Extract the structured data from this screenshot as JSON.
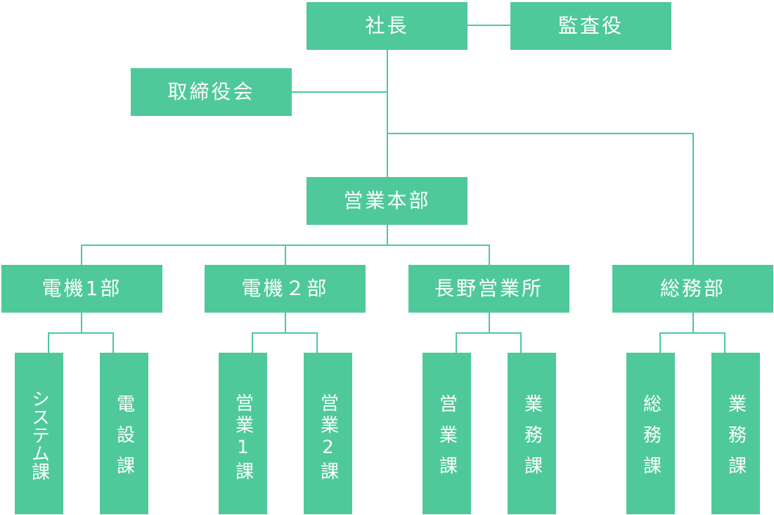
{
  "org_chart": {
    "president": "社長",
    "auditor": "監査役",
    "board": "取締役会",
    "sales_hq": "営業本部",
    "denki1": "電機1部",
    "denki2": "電機２部",
    "nagano": "長野営業所",
    "somu": "総務部",
    "system_ka": "システム課",
    "densetsu_ka": "電設課",
    "eigyo1_ka": "営業1課",
    "eigyo2_ka": "営業2課",
    "nagano_eigyo_ka": "営業課",
    "nagano_gyomu_ka": "業務課",
    "somu_ka": "総務課",
    "somu_gyomu_ka": "業務課"
  },
  "colors": {
    "box_fill": "#4fc99a",
    "text": "#ffffff",
    "line": "#4fc99a"
  }
}
